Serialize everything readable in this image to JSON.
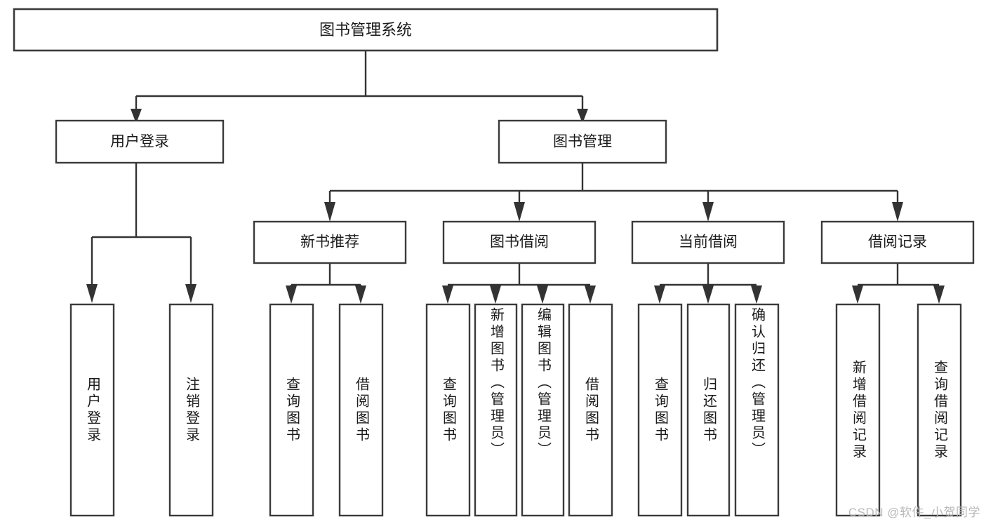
{
  "diagram": {
    "title": "图书管理系统",
    "type": "tree",
    "orientation": "top-down",
    "colors": {
      "box_stroke": "#3a3a3a",
      "box_fill": "#ffffff",
      "connector": "#333333",
      "text": "#1a1a1a",
      "background": "#ffffff",
      "watermark": "#b9b9b9"
    },
    "root": {
      "label": "图书管理系统"
    },
    "level2": [
      {
        "label": "用户登录"
      },
      {
        "label": "图书管理"
      }
    ],
    "level3": [
      {
        "label": "新书推荐"
      },
      {
        "label": "图书借阅"
      },
      {
        "label": "当前借阅"
      },
      {
        "label": "借阅记录"
      }
    ],
    "leaves": {
      "user_login": [
        {
          "label": "用户登录"
        },
        {
          "label": "注销登录"
        }
      ],
      "new_book_recommend": [
        {
          "label": "查询图书"
        },
        {
          "label": "借阅图书"
        }
      ],
      "book_borrow": [
        {
          "label": "查询图书"
        },
        {
          "label": "新增图书（管理员）"
        },
        {
          "label": "编辑图书（管理员）"
        },
        {
          "label": "借阅图书"
        }
      ],
      "current_borrow": [
        {
          "label": "查询图书"
        },
        {
          "label": "归还图书"
        },
        {
          "label": "确认归还（管理员）"
        }
      ],
      "borrow_record": [
        {
          "label": "新增借阅记录"
        },
        {
          "label": "查询借阅记录"
        }
      ]
    },
    "watermark": "CSDN @软件_小贺同学"
  }
}
